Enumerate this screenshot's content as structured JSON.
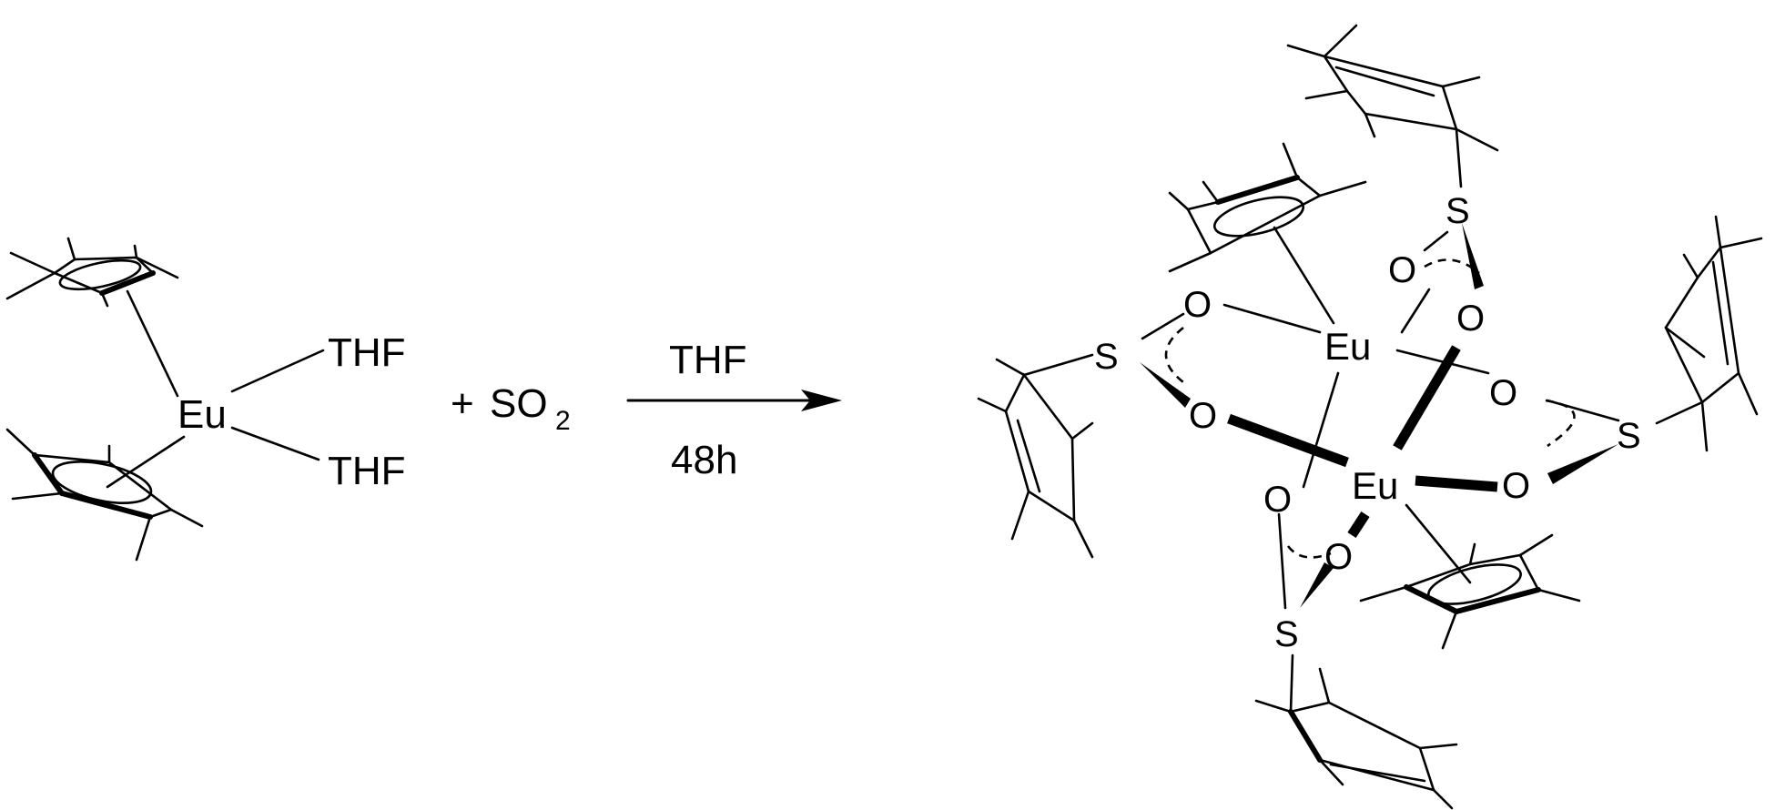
{
  "reactant": {
    "metal": "Eu",
    "ligand_1": "THF",
    "ligand_2": "THF"
  },
  "reagent": {
    "plus": "+",
    "name": "SO",
    "subscript": "2"
  },
  "arrow": {
    "above": "THF",
    "below": "48h"
  },
  "product": {
    "metals": [
      "Eu",
      "Eu"
    ],
    "sulfurs": [
      "S",
      "S",
      "S",
      "S"
    ],
    "oxygens": [
      "O",
      "O",
      "O",
      "O",
      "O",
      "O",
      "O",
      "O"
    ]
  }
}
